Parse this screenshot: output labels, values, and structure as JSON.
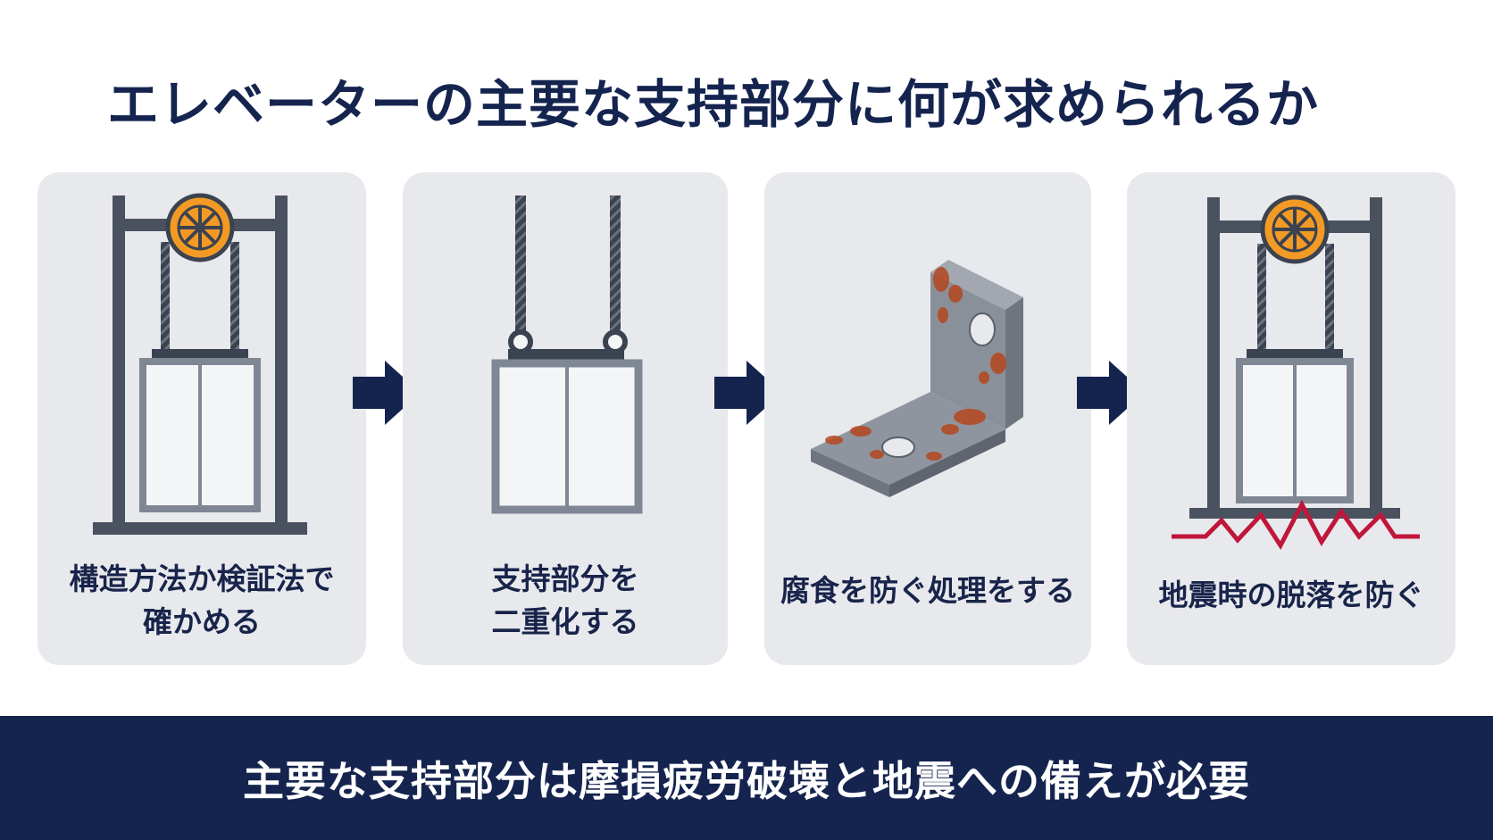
{
  "title": "エレベーターの主要な支持部分に何が求められるか",
  "steps": [
    {
      "line1": "構造方法か検証法で",
      "line2": "確かめる",
      "icon": "elevator-frame-sheave-icon"
    },
    {
      "line1": "支持部分を",
      "line2": "二重化する",
      "icon": "double-rope-car-icon"
    },
    {
      "line1": "腐食を防ぐ処理をする",
      "line2": "",
      "icon": "rusted-bracket-icon"
    },
    {
      "line1": "地震時の脱落を防ぐ",
      "line2": "",
      "icon": "earthquake-elevator-icon"
    }
  ],
  "footer": "主要な支持部分は摩損疲労破壊と地震への備えが必要",
  "colors": {
    "navy": "#15244f",
    "card": "#e8e9ed",
    "steel": "#4a5260",
    "sheave": "#f29a24",
    "rust": "#b5471f",
    "quake": "#c0163a"
  }
}
